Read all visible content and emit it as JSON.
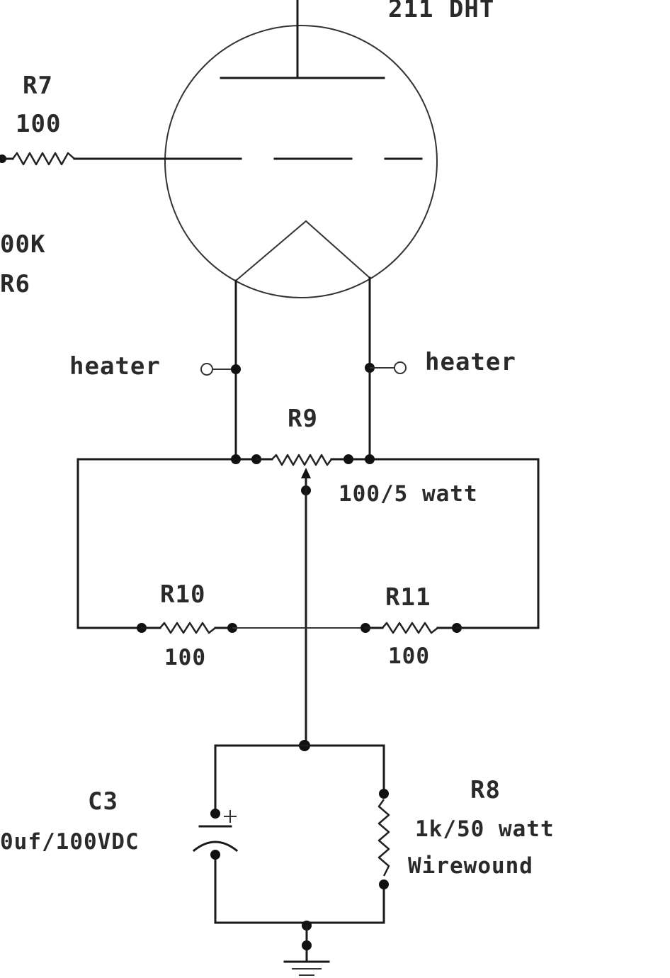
{
  "tube": {
    "label": "211 DHT"
  },
  "r7": {
    "name": "R7",
    "value": "100"
  },
  "r6": {
    "value": "00K",
    "name": "R6"
  },
  "heater": {
    "left": "heater",
    "right": "heater"
  },
  "r9": {
    "name": "R9",
    "value": "100/5 watt"
  },
  "r10": {
    "name": "R10",
    "value": "100"
  },
  "r11": {
    "name": "R11",
    "value": "100"
  },
  "c3": {
    "name": "C3",
    "value": "0uf/100VDC"
  },
  "r8": {
    "name": "R8",
    "value": "1k/50 watt",
    "type": "Wirewound"
  },
  "icons": [
    "tube-symbol",
    "resistor-icon",
    "potentiometer-icon",
    "electrolytic-capacitor-icon",
    "ground-icon"
  ]
}
